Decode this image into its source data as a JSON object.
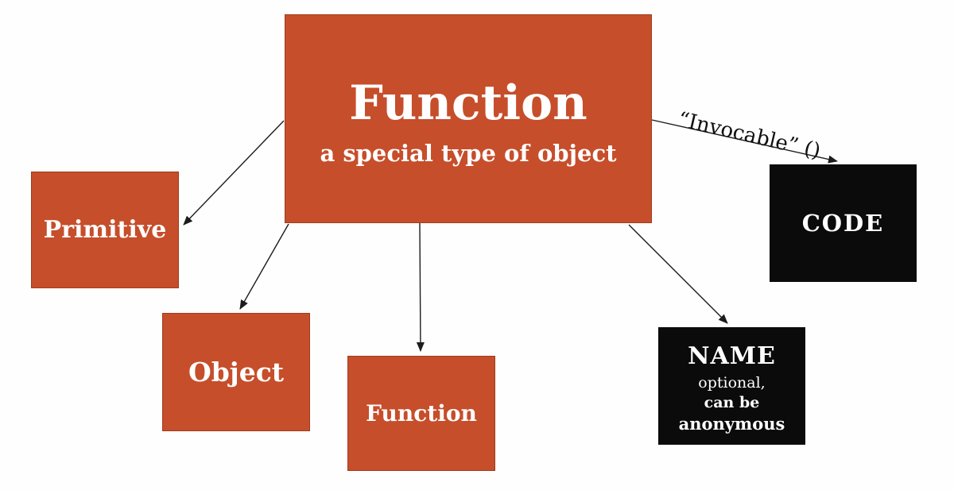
{
  "nodes": {
    "main": {
      "title": "Function",
      "subtitle": "a special type of object"
    },
    "primitive": {
      "label": "Primitive"
    },
    "object": {
      "label": "Object"
    },
    "function_child": {
      "label": "Function"
    },
    "code": {
      "label": "CODE"
    },
    "name": {
      "title": "NAME",
      "sub1": "optional,",
      "sub2": "can be",
      "sub3": "anonymous"
    }
  },
  "edges": {
    "invocable_label": "“Invocable”  ()"
  },
  "colors": {
    "box_orange": "#c64e2b",
    "box_orange_border": "#a03d1d",
    "box_black": "#0b0b0b",
    "text_white": "#ffffff",
    "arrow_black": "#1c1c1c",
    "background": "#fefefe"
  }
}
